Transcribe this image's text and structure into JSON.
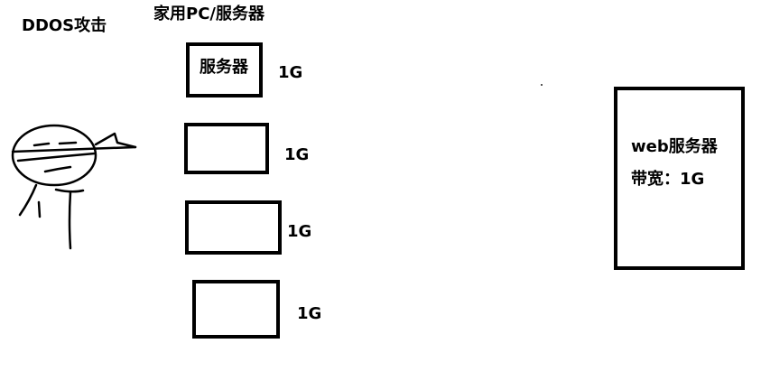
{
  "title": "DDOS攻击",
  "group_label": "家用PC/服务器",
  "machines": [
    {
      "label": "服务器",
      "bandwidth": "1G"
    },
    {
      "label": "",
      "bandwidth": "1G"
    },
    {
      "label": "",
      "bandwidth": "1G"
    },
    {
      "label": "",
      "bandwidth": "1G"
    }
  ],
  "target": {
    "label": "web服务器",
    "bandwidth": "带宽：1G"
  },
  "icons": {
    "attacker": "attacker-stick-figure-icon"
  },
  "colors": {
    "ink": "#000000",
    "background": "#ffffff"
  }
}
